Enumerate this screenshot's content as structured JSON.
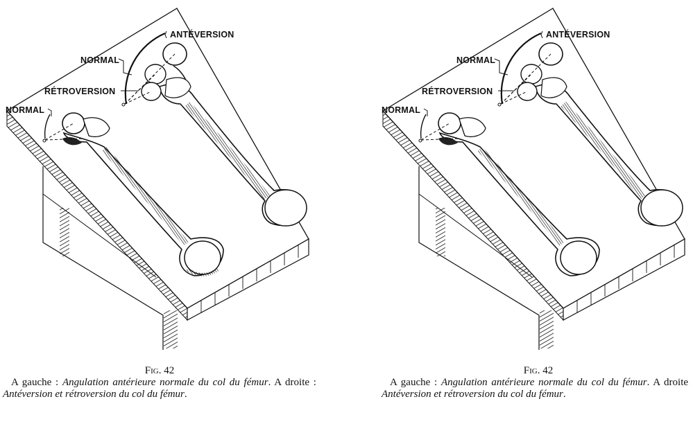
{
  "figure": {
    "fig_label": "Fig.",
    "fig_number": "42",
    "caption": {
      "part1": "A gauche : ",
      "part2": "Angulation antérieure normale du col du fémur",
      "part3": ". A droite : ",
      "part4": "Antéversion et rétroversion du col du fémur",
      "part5": "."
    },
    "labels": {
      "anteversion": "ANTÉVERSION",
      "normal_top": "NORMAL",
      "retroversion": "RÉTROVERSION",
      "normal_left": "NORMAL"
    }
  }
}
